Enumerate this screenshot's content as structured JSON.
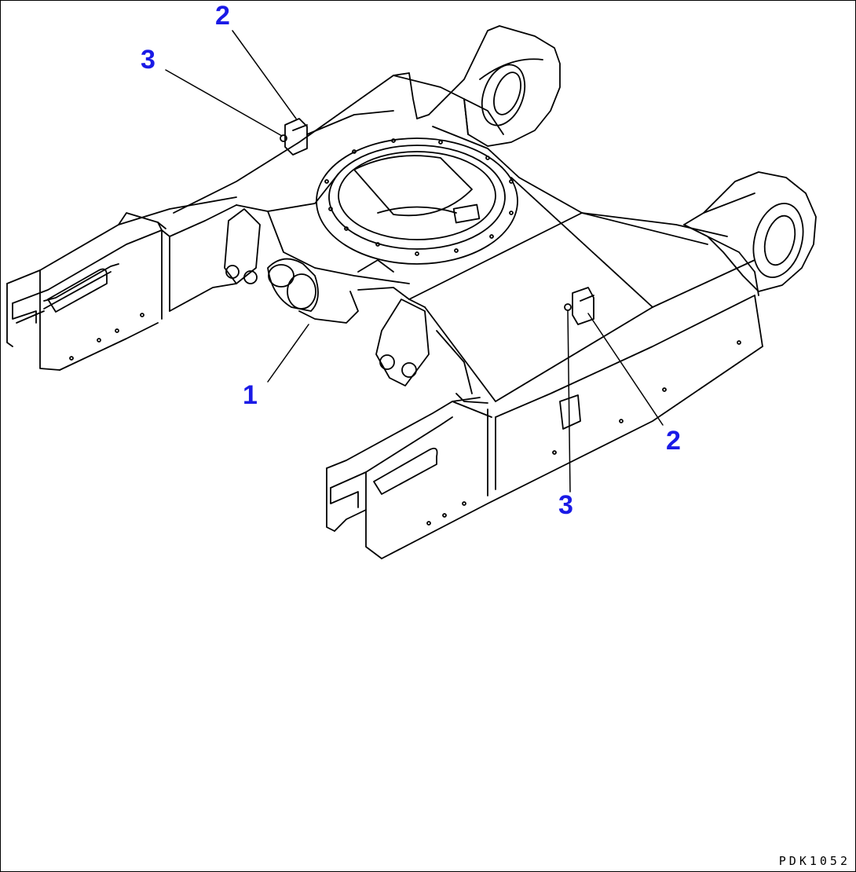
{
  "callouts": [
    {
      "id": "c1",
      "label": "1",
      "part": "center-pin-housing"
    },
    {
      "id": "c2a",
      "label": "2",
      "part": "clamp-block-left"
    },
    {
      "id": "c3a",
      "label": "3",
      "part": "bolt-left"
    },
    {
      "id": "c2b",
      "label": "2",
      "part": "clamp-block-right"
    },
    {
      "id": "c3b",
      "label": "3",
      "part": "bolt-right"
    }
  ],
  "figure_id": "PDK1052",
  "colors": {
    "line": "#000000",
    "callout": "#1a1ae6",
    "background": "#ffffff"
  }
}
